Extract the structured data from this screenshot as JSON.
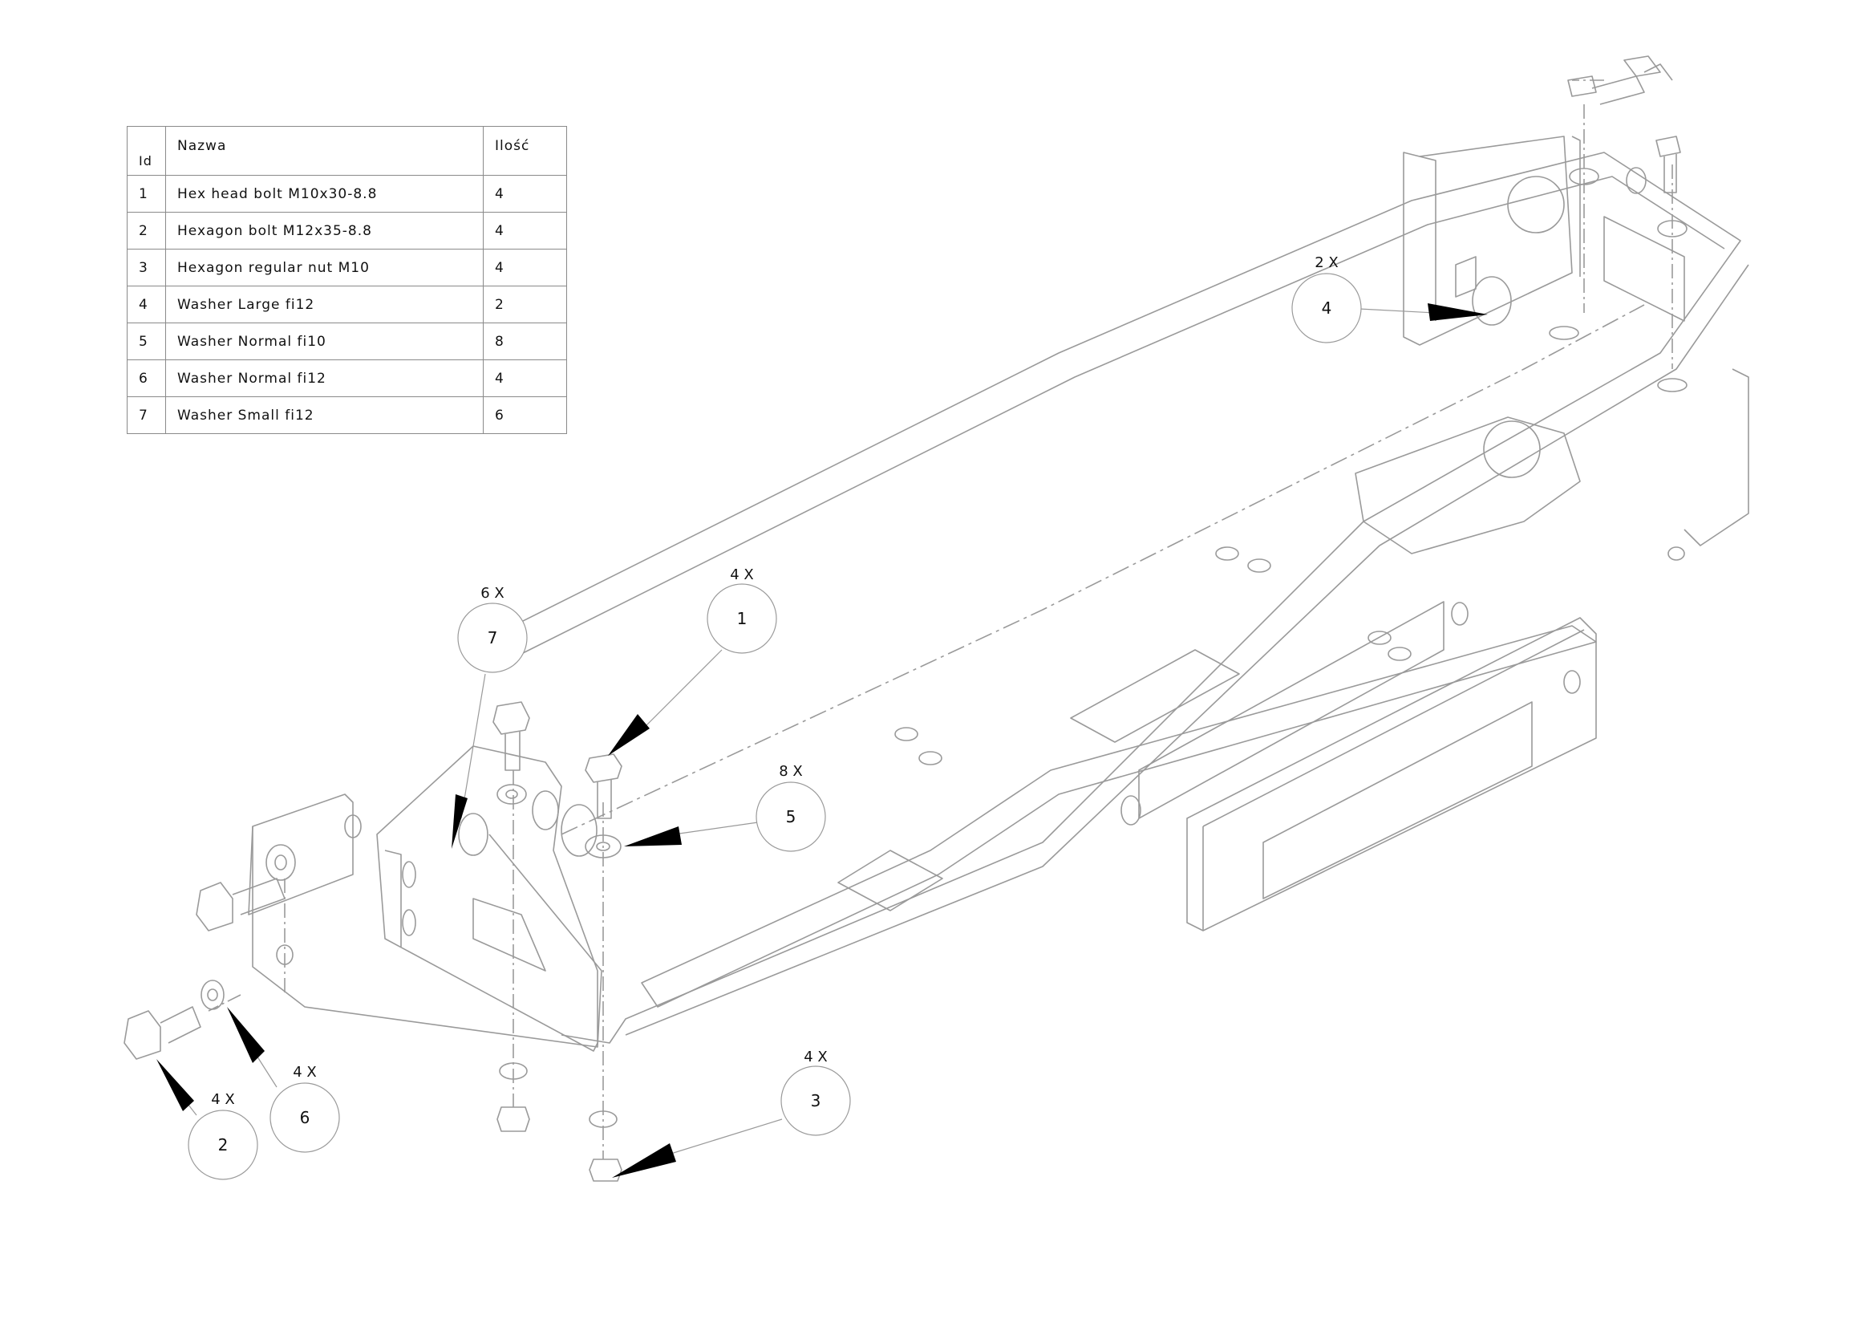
{
  "bom": {
    "headers": {
      "id": "Id",
      "name": "Nazwa",
      "qty": "Ilość"
    },
    "rows": [
      {
        "id": "1",
        "name": "Hex head bolt M10x30-8.8",
        "qty": "4"
      },
      {
        "id": "2",
        "name": "Hexagon bolt M12x35-8.8",
        "qty": "4"
      },
      {
        "id": "3",
        "name": "Hexagon regular nut M10",
        "qty": "4"
      },
      {
        "id": "4",
        "name": "Washer Large fi12",
        "qty": "2"
      },
      {
        "id": "5",
        "name": "Washer Normal fi10",
        "qty": "8"
      },
      {
        "id": "6",
        "name": "Washer Normal fi12",
        "qty": "4"
      },
      {
        "id": "7",
        "name": "Washer Small fi12",
        "qty": "6"
      }
    ]
  },
  "callouts": {
    "c1": {
      "id": "1",
      "qty": "4 X"
    },
    "c2": {
      "id": "2",
      "qty": "4 X"
    },
    "c3": {
      "id": "3",
      "qty": "4 X"
    },
    "c4": {
      "id": "4",
      "qty": "2 X"
    },
    "c5": {
      "id": "5",
      "qty": "8 X"
    },
    "c6": {
      "id": "6",
      "qty": "4 X"
    },
    "c7": {
      "id": "7",
      "qty": "6 X"
    }
  },
  "colors": {
    "line": "#9a9a9a",
    "ink": "#111111",
    "arrow": "#000000"
  }
}
